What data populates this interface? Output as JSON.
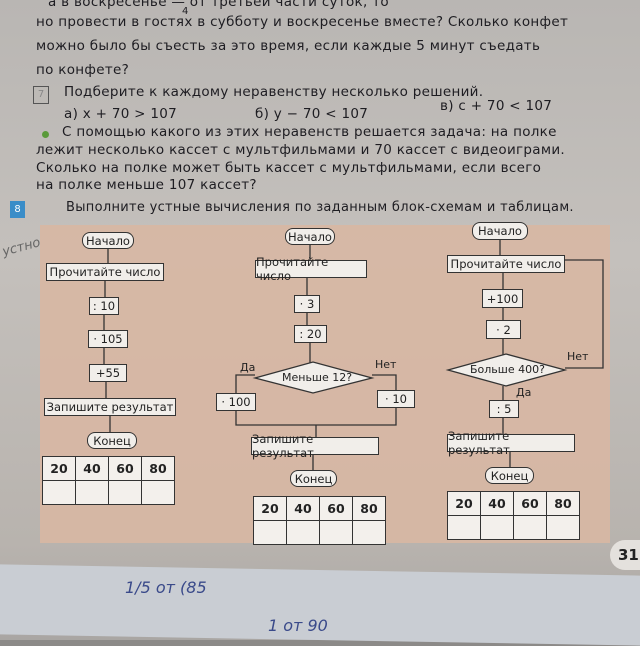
{
  "top_text": {
    "line0": "а в воскресенье — от третьей части суток, то",
    "fraction_den": "4",
    "line1": "но провести в гостях в субботу и воскресенье вместе? Сколько конфет",
    "line2": "можно было бы съесть за это время, если каждые 5 минут съедать",
    "line3": "по конфете?"
  },
  "task7": {
    "number": "7",
    "title": "Подберите к каждому неравенству несколько решений.",
    "a": "а) x + 70 > 107",
    "b": "б) y − 70 < 107",
    "c": "в) c + 70 < 107",
    "q1": "С помощью какого из этих неравенств решается задача: на полке",
    "q2": "лежит несколько кассет с мультфильмами и 70 кассет с видеоиграми.",
    "q3": "Сколько на полке может быть кассет с мультфильмами, если всего",
    "q4": "на полке меньше 107 кассет?"
  },
  "task8": {
    "number": "8",
    "title": "Выполните устные вычисления по заданным блок-схемам и таблицам.",
    "handwriting": "устно"
  },
  "flow1": {
    "start": "Начало",
    "read": "Прочитайте число",
    "s1": ": 10",
    "s2": "· 105",
    "s3": "+55",
    "write": "Запишите результат",
    "end": "Конец",
    "table": [
      "20",
      "40",
      "60",
      "80"
    ]
  },
  "flow2": {
    "start": "Начало",
    "read": "Прочитайте число",
    "s1": "· 3",
    "s2": ": 20",
    "cond": "Меньше 12?",
    "yes": "Да",
    "no": "Нет",
    "yes_op": "· 100",
    "no_op": "· 10",
    "write": "Запишите результат",
    "end": "Конец",
    "table": [
      "20",
      "40",
      "60",
      "80"
    ]
  },
  "flow3": {
    "start": "Начало",
    "read": "Прочитайте число",
    "s1": "+100",
    "s2": "· 2",
    "cond": "Больше 400?",
    "yes": "Да",
    "no": "Нет",
    "s3": ": 5",
    "write": "Запишите результат",
    "end": "Конец",
    "table": [
      "20",
      "40",
      "60",
      "80"
    ]
  },
  "page_number": "31",
  "notebook": {
    "hw1": "1/5 от (85",
    "hw2": "1 от 90"
  }
}
